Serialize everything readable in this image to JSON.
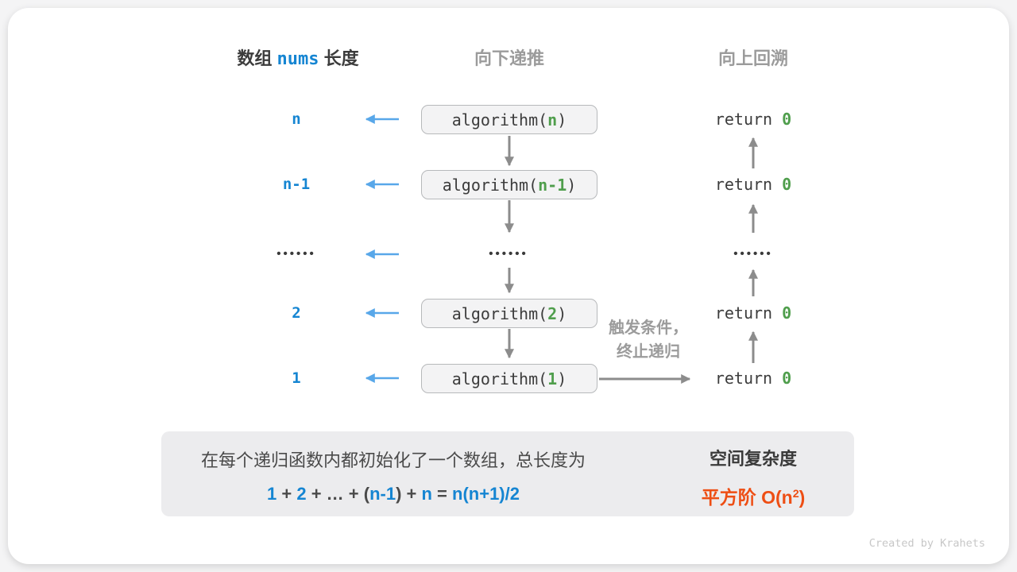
{
  "headers": {
    "left_prefix": "数组 ",
    "left_code": "nums",
    "left_suffix": " 长度",
    "center": "向下递推",
    "right": "向上回溯"
  },
  "call_prefix": "algorithm(",
  "call_suffix": ")",
  "return_label": "return ",
  "return_value": "0",
  "dots": "••••••",
  "rows": {
    "r1": {
      "label": "n",
      "arg": "n"
    },
    "r2": {
      "label": "n-1",
      "arg": "n-1"
    },
    "r4": {
      "label": "2",
      "arg": "2"
    },
    "r5": {
      "label": "1",
      "arg": "1"
    }
  },
  "note": {
    "line1": "触发条件，",
    "line2": "终止递归"
  },
  "summary": {
    "line1": "在每个递归函数内都初始化了一个数组，总长度为",
    "formula": {
      "seg0": "1",
      "seg1": " + ",
      "seg2": "2",
      "seg3": " + ",
      "seg4": "…",
      "seg5": " + (",
      "seg6": "n-1",
      "seg7": ") + ",
      "seg8": "n",
      "seg9": " = ",
      "seg10": "n(n+1)/2"
    },
    "result_title": "空间复杂度",
    "result_prefix": "平方阶 O(n",
    "result_sup": "2",
    "result_close": ")"
  },
  "watermark": "Created by Krahets",
  "colors": {
    "text_blue": "#1585d2",
    "arrow_blue": "#58a7e9",
    "green": "#4f9e4c",
    "orange": "#ee4e14",
    "gray_heading": "#9b9b9b",
    "arrow_gray": "#8c8c8c",
    "dark_text": "#3c3c3c",
    "box_fill": "#f3f3f4",
    "summary_fill": "#ececee"
  }
}
